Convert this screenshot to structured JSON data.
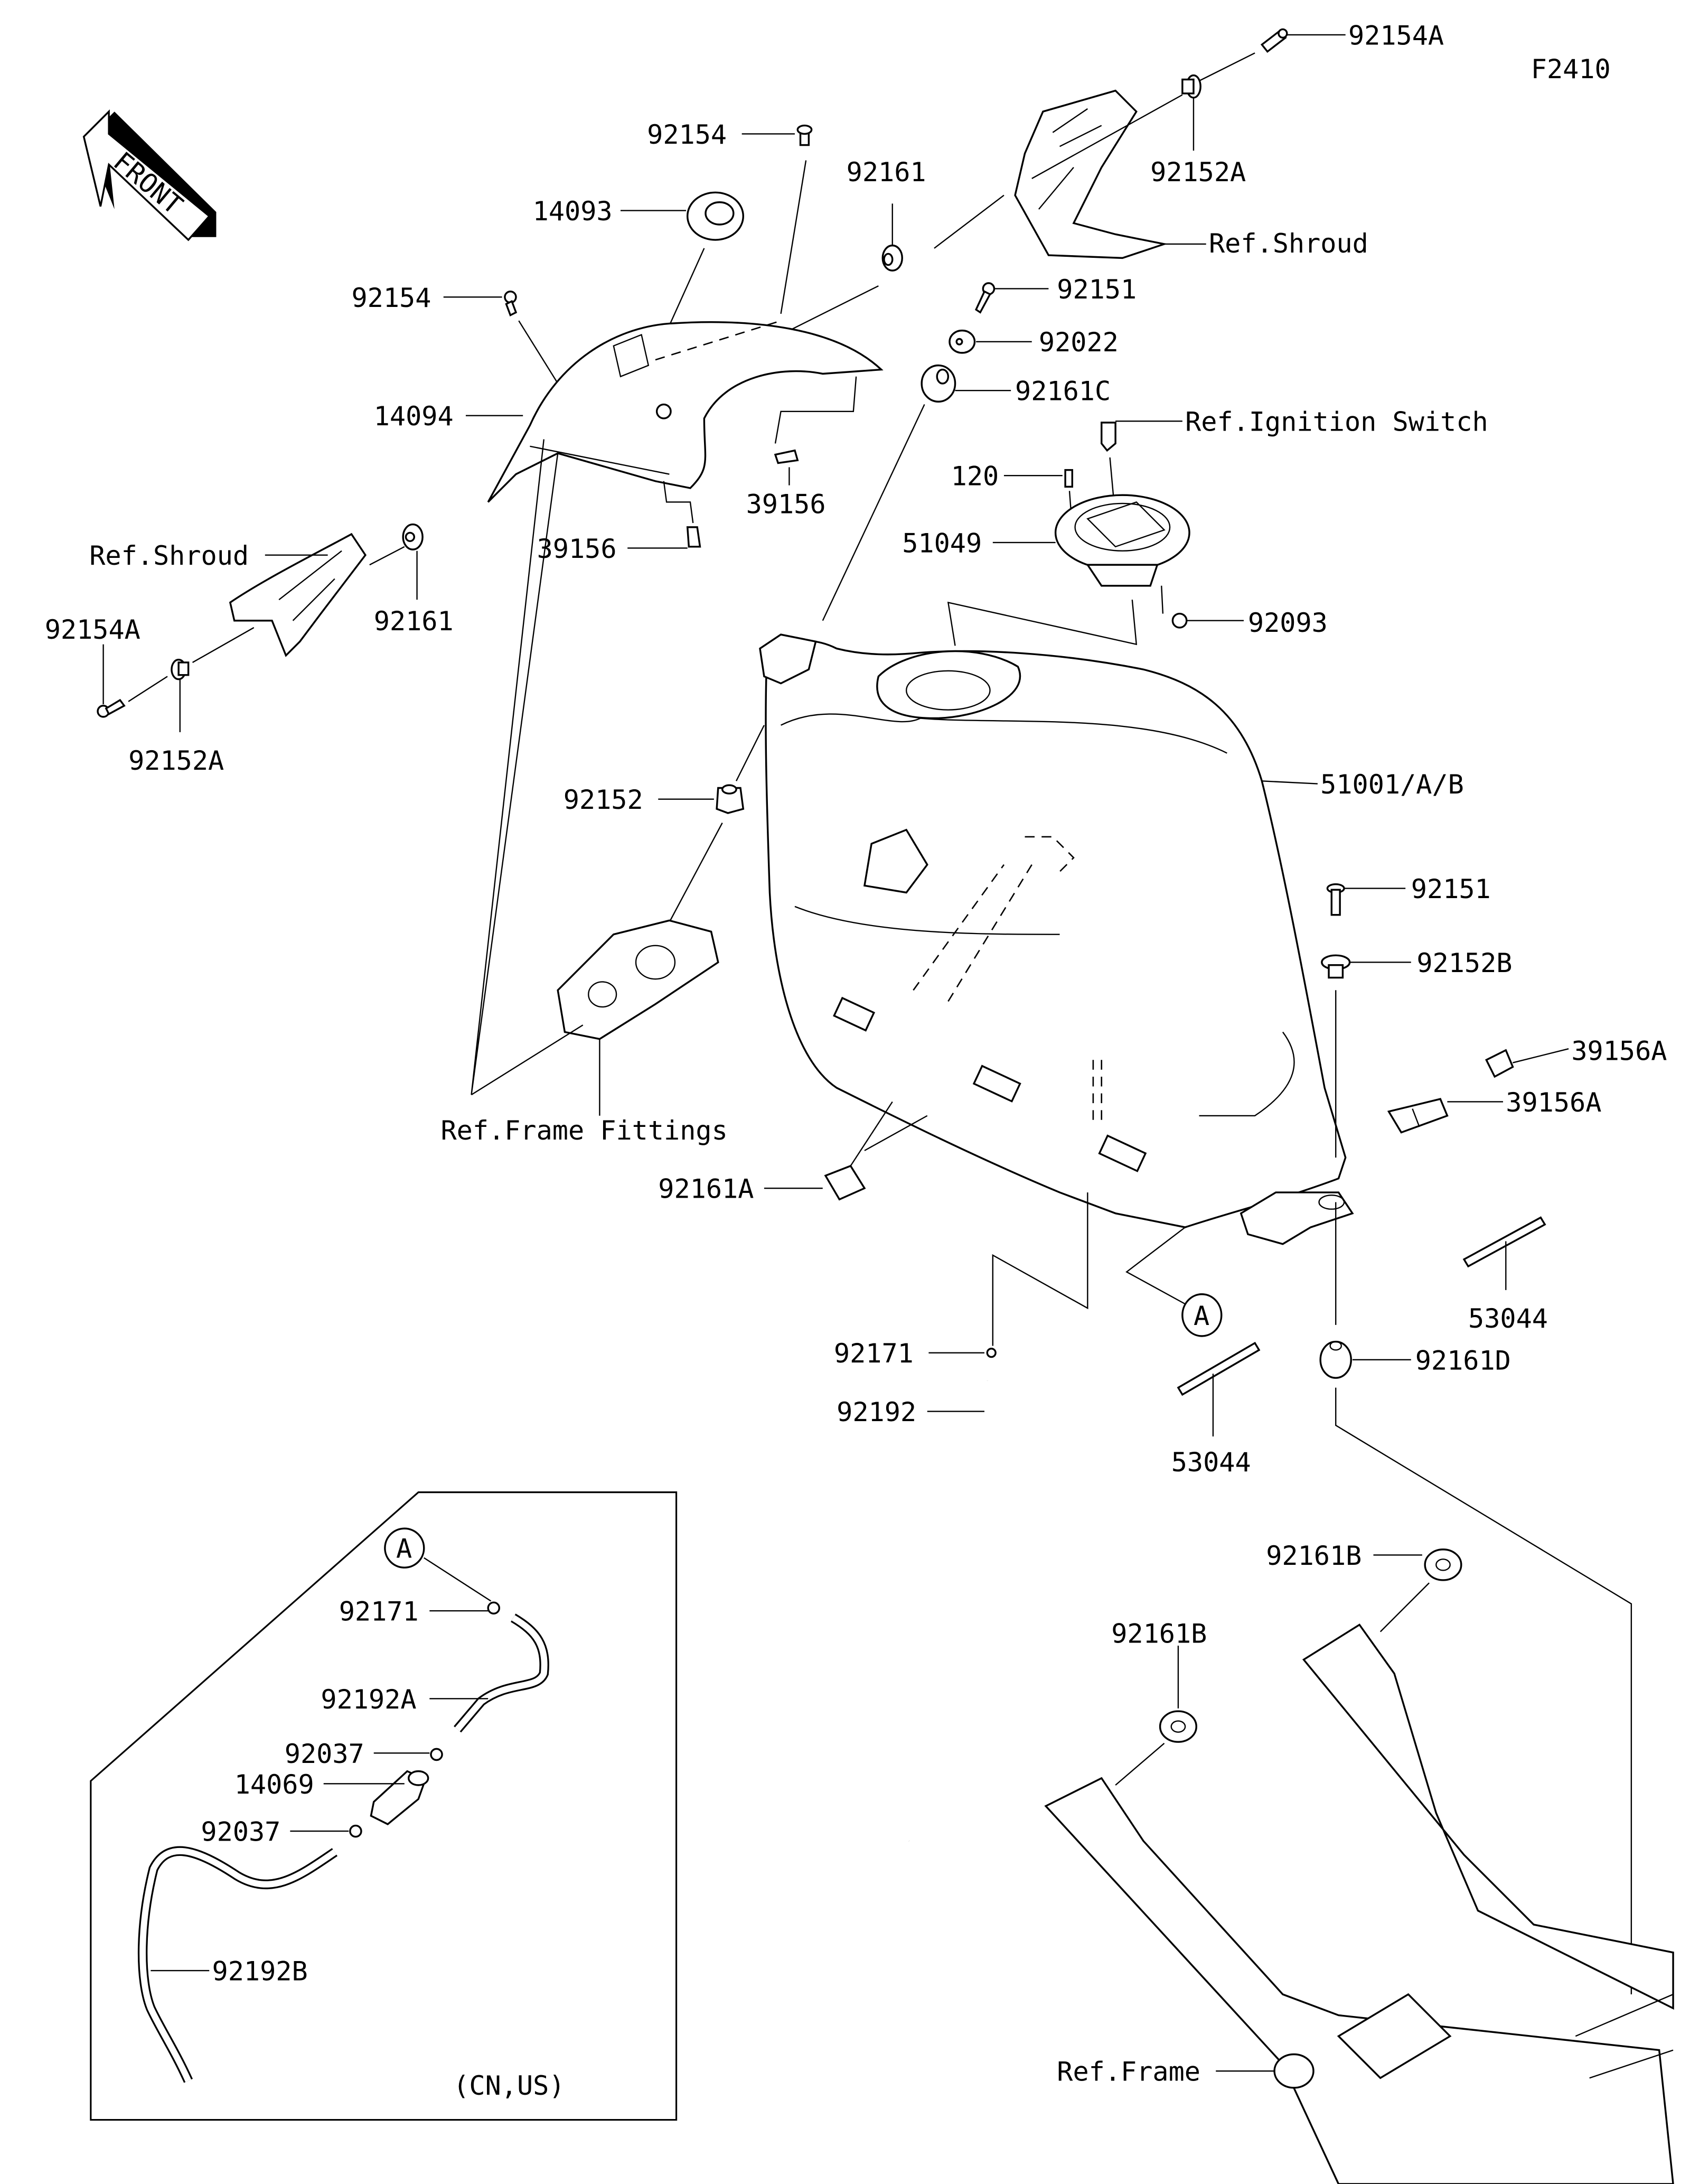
{
  "figure_code": "F2410",
  "front_indicator": "FRONT",
  "labels": {
    "p92154A_top": "92154A",
    "p92152A_top": "92152A",
    "p92154_top": "92154",
    "p92161_top": "92161",
    "p14093": "14093",
    "ref_shroud_right": "Ref.Shroud",
    "p92154_mid": "92154",
    "p92151_top": "92151",
    "p92022": "92022",
    "p14094": "14094",
    "p92161C": "92161C",
    "p39156_center": "39156",
    "ref_ignition_switch": "Ref.Ignition Switch",
    "p120": "120",
    "p39156_left": "39156",
    "p51049": "51049",
    "ref_shroud_left": "Ref.Shroud",
    "p92161_left": "92161",
    "p92154A_left": "92154A",
    "p92093": "92093",
    "p92152A_left": "92152A",
    "p51001": "51001/A/B",
    "p92152": "92152",
    "p92151_right": "92151",
    "p92152B": "92152B",
    "p39156A_1": "39156A",
    "p39156A_2": "39156A",
    "ref_frame_fittings": "Ref.Frame Fittings",
    "p92161A": "92161A",
    "p53044_right": "53044",
    "callout_A_main": "A",
    "p92171_main": "92171",
    "p92161D": "92161D",
    "p92192": "92192",
    "p53044_center": "53044",
    "p92161B_1": "92161B",
    "p92161B_2": "92161B",
    "ref_frame": "Ref.Frame"
  },
  "inset": {
    "callout": "A",
    "region_note": "(CN,US)",
    "labels": {
      "p92171": "92171",
      "p92192A": "92192A",
      "p92037_top": "92037",
      "p14069": "14069",
      "p92037_bottom": "92037",
      "p92192B": "92192B"
    }
  }
}
